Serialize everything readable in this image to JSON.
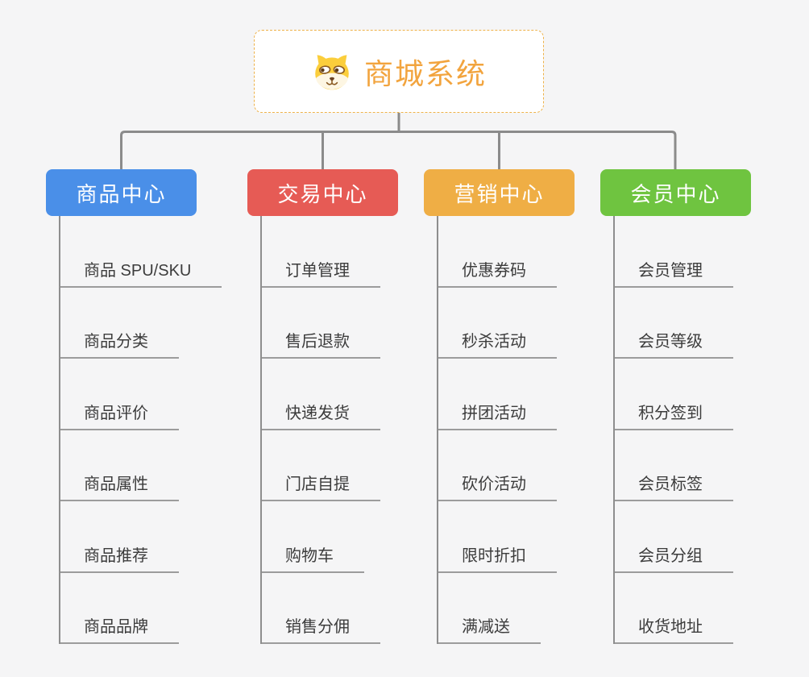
{
  "root": {
    "title": "商城系统",
    "icon": "dog-face-icon"
  },
  "branches": [
    {
      "label": "商品中心",
      "color": "#4a8fe8",
      "items": [
        "商品 SPU/SKU",
        "商品分类",
        "商品评价",
        "商品属性",
        "商品推荐",
        "商品品牌"
      ]
    },
    {
      "label": "交易中心",
      "color": "#e65b55",
      "items": [
        "订单管理",
        "售后退款",
        "快递发货",
        "门店自提",
        "购物车",
        "销售分佣"
      ]
    },
    {
      "label": "营销中心",
      "color": "#efae45",
      "items": [
        "优惠券码",
        "秒杀活动",
        "拼团活动",
        "砍价活动",
        "限时折扣",
        "满减送"
      ]
    },
    {
      "label": "会员中心",
      "color": "#6fc440",
      "items": [
        "会员管理",
        "会员等级",
        "积分签到",
        "会员标签",
        "会员分组",
        "收货地址"
      ]
    }
  ],
  "colors": {
    "background": "#f5f5f6",
    "connector_line": "#8b8b8b",
    "item_underline": "#9c9c9c",
    "root_accent": "#f2a43e",
    "root_border": "#eeb24a",
    "item_text": "#3c3c3c"
  }
}
